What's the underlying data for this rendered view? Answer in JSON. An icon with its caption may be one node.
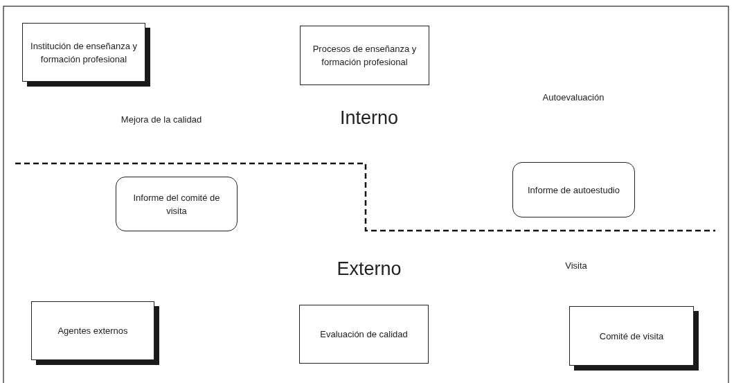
{
  "diagram": {
    "nodes": [
      {
        "text": [
          "Institución de enseñanza y formación profesional"
        ]
      },
      {
        "text": [
          "Procesos de enseñanza y formación profesional"
        ]
      },
      {
        "text": [
          "Informe del comité de visita"
        ]
      },
      {
        "text": [
          "Informe de autoestudio"
        ]
      },
      {
        "text": [
          "Agentes externos"
        ]
      },
      {
        "text": [
          "Evaluación de calidad"
        ]
      },
      {
        "text": [
          "Comité de visita"
        ]
      }
    ],
    "labels": [
      "Mejora de la calidad",
      "Interno",
      "Autoevaluación",
      "Externo",
      "Visita"
    ]
  }
}
